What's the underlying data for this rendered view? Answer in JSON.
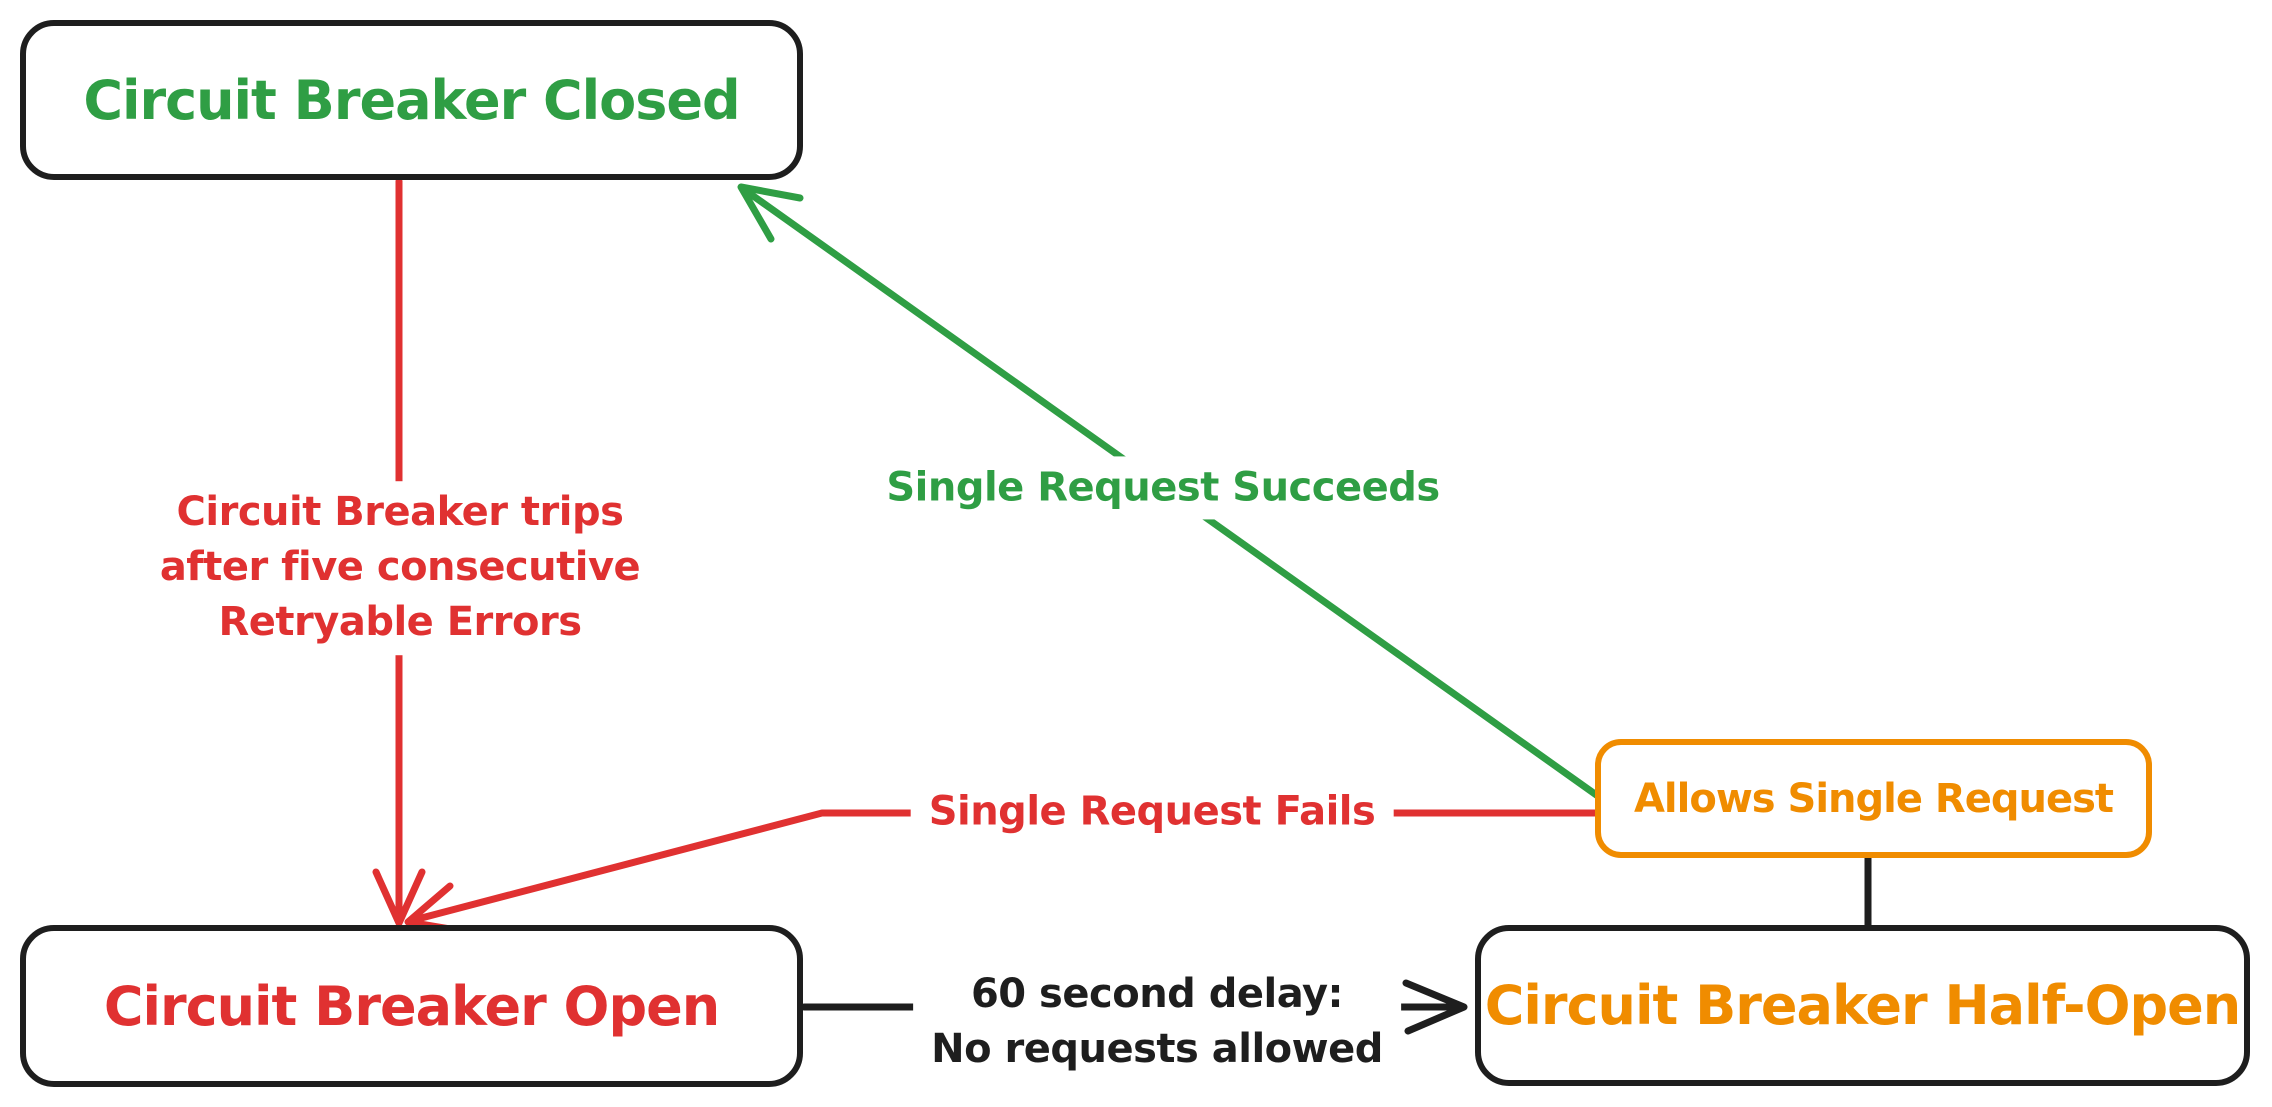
{
  "diagram": {
    "type": "state-diagram",
    "subject": "Circuit Breaker",
    "background": "#ffffff",
    "colors": {
      "green": "#2f9e44",
      "red": "#e03131",
      "orange": "#f08c00",
      "black": "#1e1e1e",
      "box_fill": "#ffffff"
    },
    "states": [
      {
        "id": "closed",
        "label": "Circuit Breaker Closed",
        "text_color": "#2f9e44",
        "border_color": "#1e1e1e"
      },
      {
        "id": "open",
        "label": "Circuit Breaker Open",
        "text_color": "#e03131",
        "border_color": "#1e1e1e"
      },
      {
        "id": "half_open",
        "label": "Circuit Breaker Half-Open",
        "text_color": "#f08c00",
        "border_color": "#1e1e1e"
      },
      {
        "id": "allows",
        "label": "Allows Single Request",
        "text_color": "#f08c00",
        "border_color": "#f08c00"
      }
    ],
    "transitions": [
      {
        "from": "closed",
        "to": "open",
        "label": "Circuit Breaker trips\nafter five consecutive\nRetryable Errors",
        "color": "#e03131",
        "arrow": true
      },
      {
        "from": "allows",
        "to": "closed",
        "label": "Single Request Succeeds",
        "color": "#2f9e44",
        "arrow": true
      },
      {
        "from": "allows",
        "to": "open",
        "label": "Single Request Fails",
        "color": "#e03131",
        "arrow": true
      },
      {
        "from": "open",
        "to": "half_open",
        "label": "60 second delay:\nNo requests allowed",
        "color": "#1e1e1e",
        "arrow": true
      },
      {
        "from": "half_open",
        "to": "allows",
        "label": "",
        "color": "#1e1e1e",
        "arrow": false
      }
    ]
  }
}
